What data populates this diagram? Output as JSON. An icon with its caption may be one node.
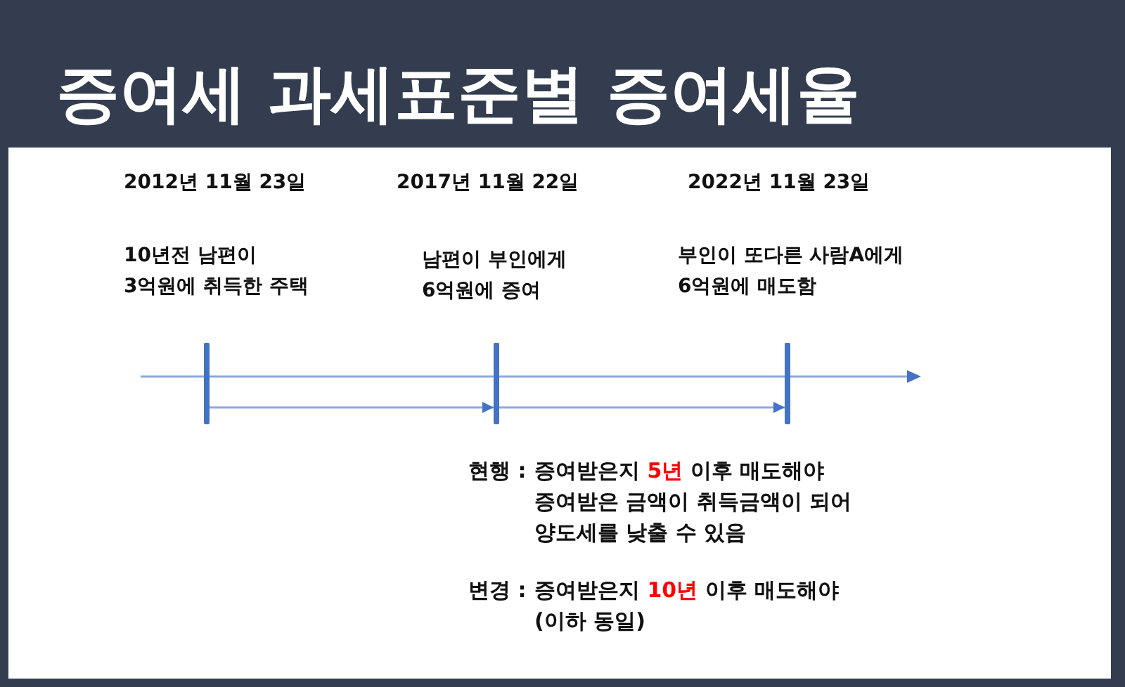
{
  "diagram": {
    "title": "증여세 과세표준별 증여세율",
    "nodes": [
      {
        "text": [],
        "shape": "bar",
        "beside": [
          "2012년 11월 23일",
          "10년전 남편이 3억원에 취득한 주택"
        ]
      },
      {
        "text": [],
        "shape": "bar",
        "beside": [
          "2017년 11월 22일",
          "남편이 부인에게 6억원에 증여"
        ]
      },
      {
        "text": [],
        "shape": "bar",
        "beside": [
          "2022년 11월 23일",
          "부인이 또다른 사람A에게 6억원에 매도함"
        ]
      }
    ],
    "edges": [
      {
        "from": 0,
        "to": 1,
        "arrow": "to"
      },
      {
        "from": 1,
        "to": 2,
        "arrow": "to"
      }
    ],
    "labels": [
      "현행 :",
      "증여받은지 **5년** 이후 매도해야 증여받은 금액이 취득금액이 되어 양도세를 낮출 수 있음",
      "변경 :",
      "증여받은지 **10년** 이후 매도해야 (이하 동일)"
    ]
  }
}
